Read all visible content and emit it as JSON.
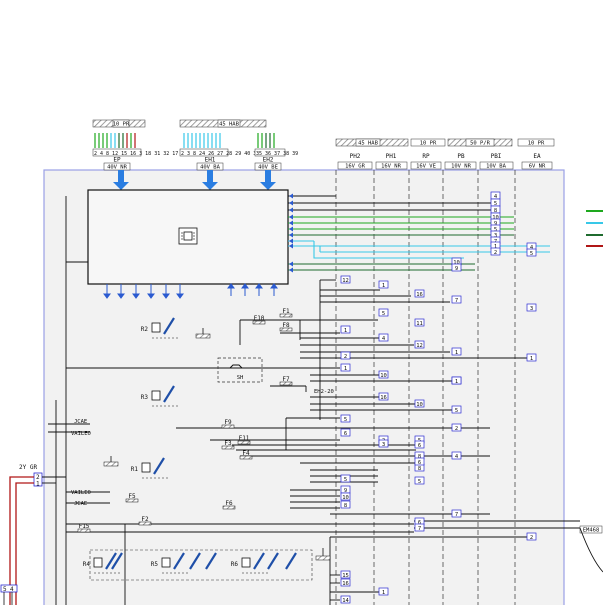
{
  "colors": {
    "panel_fill": "#f2f2f2",
    "panel_border": "#9aa0e6",
    "connector_blue": "#2a7de1",
    "wire_green": "#1ea81e",
    "wire_cyan": "#38c8e8",
    "wire_darkgreen": "#1f6b2f",
    "wire_red": "#b01616",
    "wire_black": "#111111",
    "hatch": "#9a9a9a"
  },
  "top_connectors": [
    {
      "code": "10 PR",
      "name": "EP",
      "spec": "40V NR",
      "pins": [
        "2",
        "4",
        "8",
        "12",
        "15",
        "16",
        "3",
        "18",
        "31",
        "32",
        "17"
      ]
    },
    {
      "code": "45 HAB",
      "name": "EH1",
      "spec": "40V BA",
      "pins": [
        "2",
        "3",
        "8",
        "24",
        "26",
        "27",
        "28",
        "29",
        "40",
        "31"
      ]
    },
    {
      "code": "",
      "name": "EH2",
      "spec": "40V BE",
      "pins": [
        "35",
        "36",
        "37",
        "38",
        "39"
      ]
    }
  ],
  "column_groups": [
    {
      "code": "45 HAB"
    },
    {
      "code": "10 PR"
    },
    {
      "code": "50 P/R"
    },
    {
      "code": "10 PR"
    }
  ],
  "columns": [
    {
      "name": "PH2",
      "spec": "16V GR"
    },
    {
      "name": "PH1",
      "spec": "16V NR"
    },
    {
      "name": "RP",
      "spec": "16V VE"
    },
    {
      "name": "PB",
      "spec": "10V NR"
    },
    {
      "name": "PBI",
      "spec": "10V BA"
    },
    {
      "name": "EA",
      "spec": "6V NR"
    }
  ],
  "ecu_icon": "chip-icon",
  "relays": [
    "R1",
    "R2",
    "R3",
    "R4",
    "R5",
    "R6"
  ],
  "shunt_label": "SH",
  "fuses": [
    "F1",
    "F2",
    "F3",
    "F4",
    "F5",
    "F6",
    "F7",
    "F8",
    "F9",
    "F10",
    "F11",
    "F15"
  ],
  "left_signals": {
    "jcae_top": "JCAE",
    "vaileo_top": "VAILEO",
    "vaileo_bottom": "VAILEO",
    "jcae_bottom": "JCAE"
  },
  "ext_connector": {
    "label": "2Y GR",
    "pins": [
      "2",
      "1"
    ]
  },
  "bottom_left_pins": [
    "5",
    "4"
  ],
  "annotations": {
    "eh2_ref": "EH2-20",
    "right_conn": "EM468"
  },
  "pin_numbers": {
    "ph2": [
      "12",
      "1",
      "2",
      "1",
      "5",
      "6",
      "5",
      "9",
      "10",
      "8",
      "15",
      "16",
      "14"
    ],
    "ph1": [
      "1",
      "5",
      "4",
      "10",
      "16",
      "1",
      "2",
      "3"
    ],
    "rp": [
      "16",
      "11",
      "12",
      "10",
      "5",
      "6",
      "8",
      "6",
      "7",
      "8",
      "6",
      "5"
    ],
    "pb": [
      "10",
      "9",
      "7",
      "1",
      "4",
      "5",
      "7",
      "1",
      "2",
      "4"
    ],
    "pbi": [
      "4",
      "5",
      "8",
      "10",
      "9",
      "5",
      "3",
      "7",
      "1",
      "2"
    ],
    "ea": [
      "4",
      "5",
      "3",
      "1",
      "2"
    ]
  },
  "legend_colors": [
    "#1ea81e",
    "#38c8e8",
    "#1f6b2f",
    "#b01616"
  ]
}
